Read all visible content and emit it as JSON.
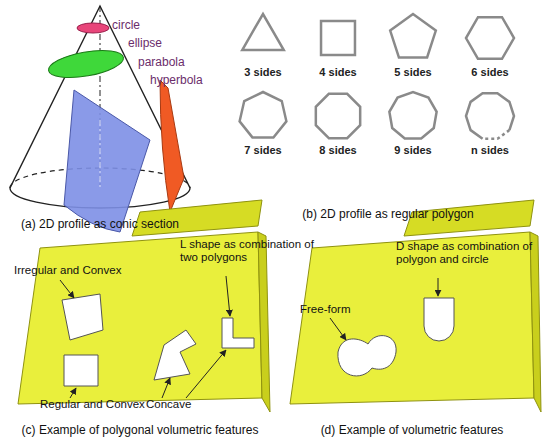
{
  "diagram": {
    "labels": [
      "circle",
      "ellipse",
      "parabola",
      "hyperbola",
      "(a) 2D profile as conic section",
      "3 sides",
      "4 sides",
      "5 sides",
      "6 sides",
      "7 sides",
      "8 sides",
      "9 sides",
      "n sides",
      "(b) 2D profile as regular polygon",
      "L shape as combination of two polygons",
      "Irregular and Convex",
      "Regular and Convex",
      "Concave",
      "(c) Example of polygonal volumetric features",
      "D shape as combination of polygon and circle",
      "Free-form",
      "(d) Example of volumetric features"
    ]
  }
}
